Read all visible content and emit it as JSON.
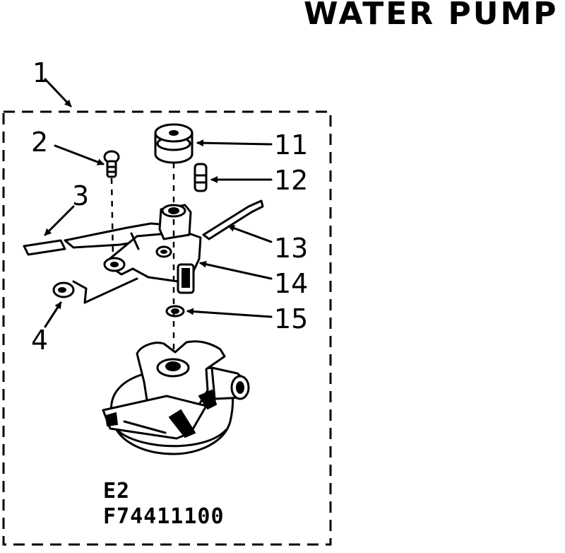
{
  "title": "WATER PUMP",
  "callouts": {
    "c1": "1",
    "c2": "2",
    "c3": "3",
    "c4": "4",
    "c11": "11",
    "c12": "12",
    "c13": "13",
    "c14": "14",
    "c15": "15"
  },
  "codes": {
    "line1": "E2",
    "line2": "F74411100"
  }
}
